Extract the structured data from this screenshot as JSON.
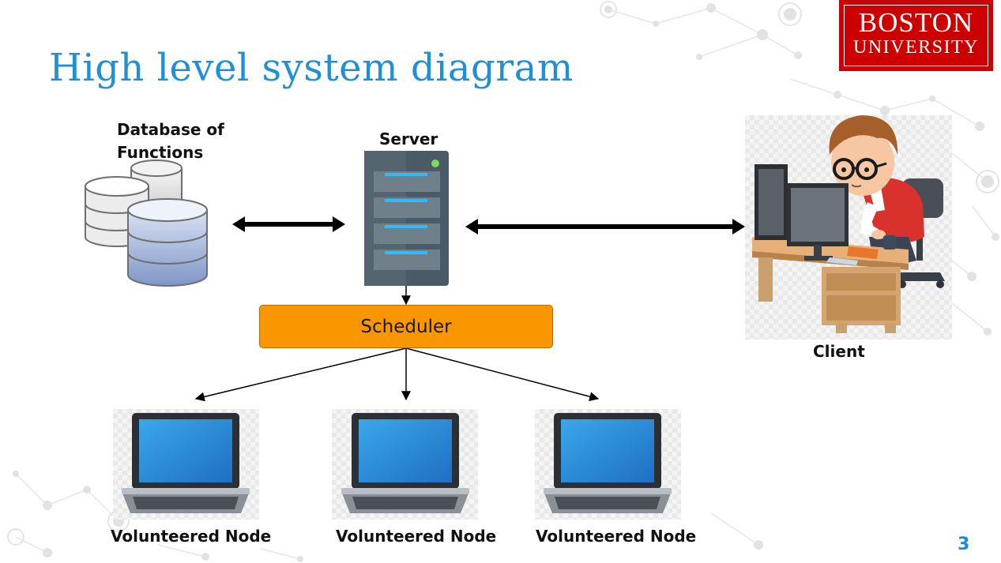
{
  "slide": {
    "title": "High level system diagram",
    "page_number": "3"
  },
  "logo": {
    "line1": "BOSTON",
    "line2": "UNIVERSITY"
  },
  "diagram": {
    "database_label": "Database of Functions",
    "server_label": "Server",
    "scheduler_label": "Scheduler",
    "client_label": "Client",
    "nodes": [
      {
        "label": "Volunteered Node"
      },
      {
        "label": "Volunteered Node"
      },
      {
        "label": "Volunteered Node"
      }
    ]
  },
  "colors": {
    "title": "#1E90D6",
    "logo_red": "#CC0000",
    "scheduler_fill": "#FA9600",
    "arrow": "#000000"
  },
  "icons": [
    "database-icon",
    "server-icon",
    "client-person-icon",
    "laptop-icon"
  ]
}
